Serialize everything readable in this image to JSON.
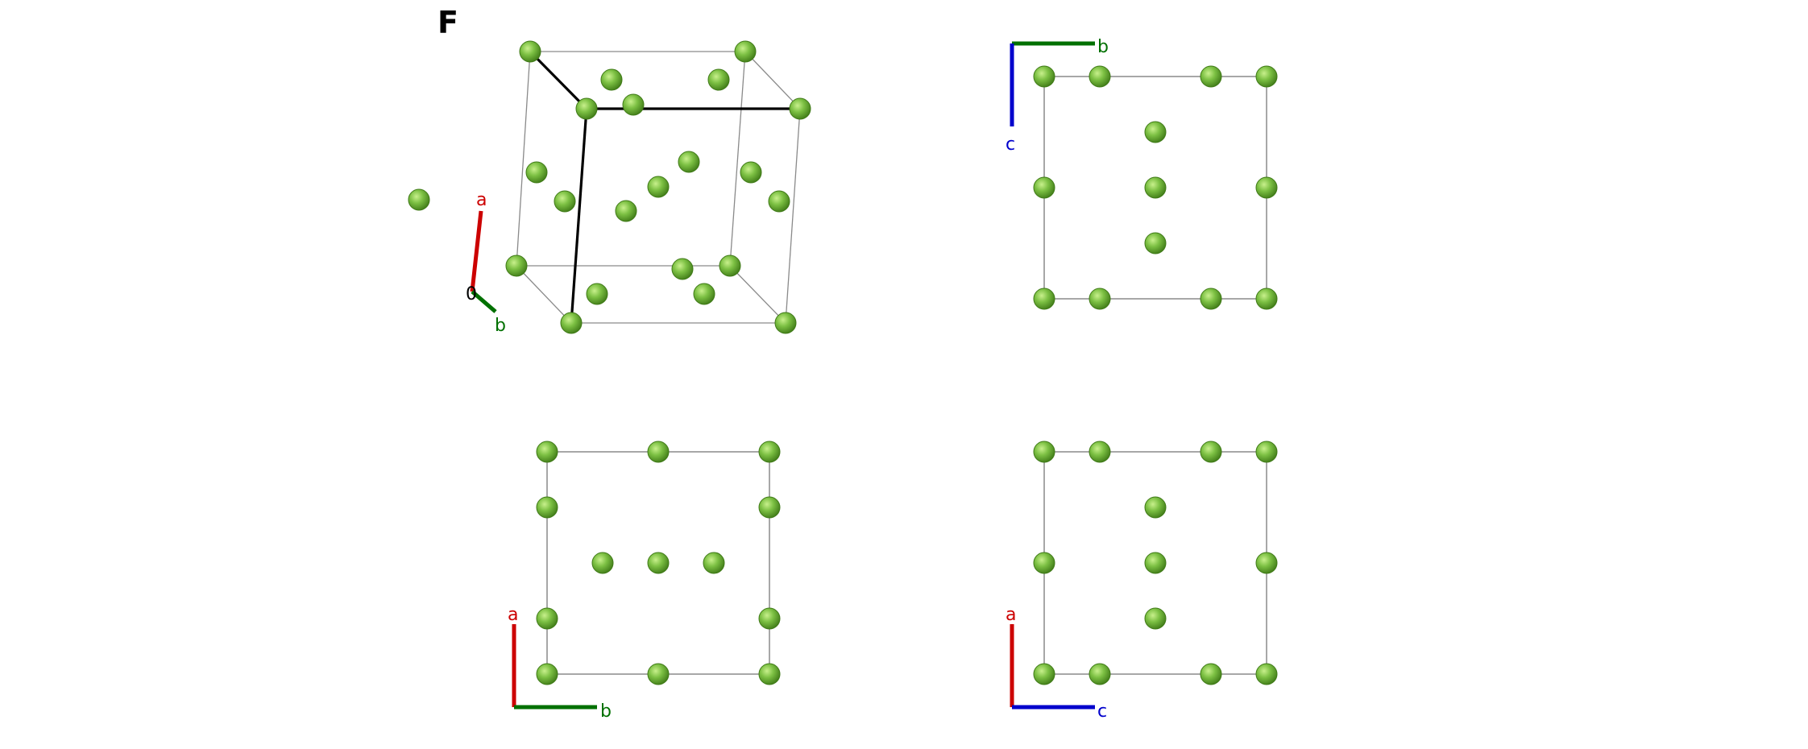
{
  "figure": {
    "panel_label": "F"
  },
  "colors": {
    "atom": "#7cc043",
    "atom_dark": "#3f7a17",
    "cell_edge": "#8a8a8a",
    "axis_a": "#cc0000",
    "axis_b": "#007000",
    "axis_c": "#0000cc",
    "highlight_edge": "#000000"
  },
  "axes": {
    "perspective": {
      "a": "a",
      "b": "b",
      "origin": "0"
    },
    "top_right": {
      "b": "b",
      "c": "c"
    },
    "bottom_left": {
      "a": "a",
      "b": "b"
    },
    "bottom_right": {
      "a": "a",
      "c": "c"
    }
  },
  "views": [
    "perspective",
    "view along a (b–c plane)",
    "view along c (a–b plane)",
    "view along b (a–c plane)"
  ]
}
